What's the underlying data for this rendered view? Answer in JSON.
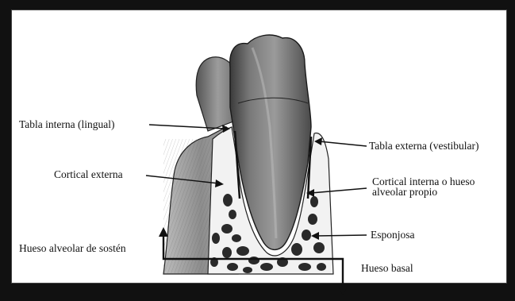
{
  "figure": {
    "labels": {
      "tabla_interna": "Tabla interna (lingual)",
      "cortical_externa": "Cortical externa",
      "hueso_alveolar_sosten": "Hueso alveolar de sostén",
      "tabla_externa": "Tabla externa (vestibular)",
      "cortical_interna": "Cortical interna o hueso alveolar propio",
      "esponjosa": "Esponjosa",
      "hueso_basal": "Hueso basal"
    }
  }
}
